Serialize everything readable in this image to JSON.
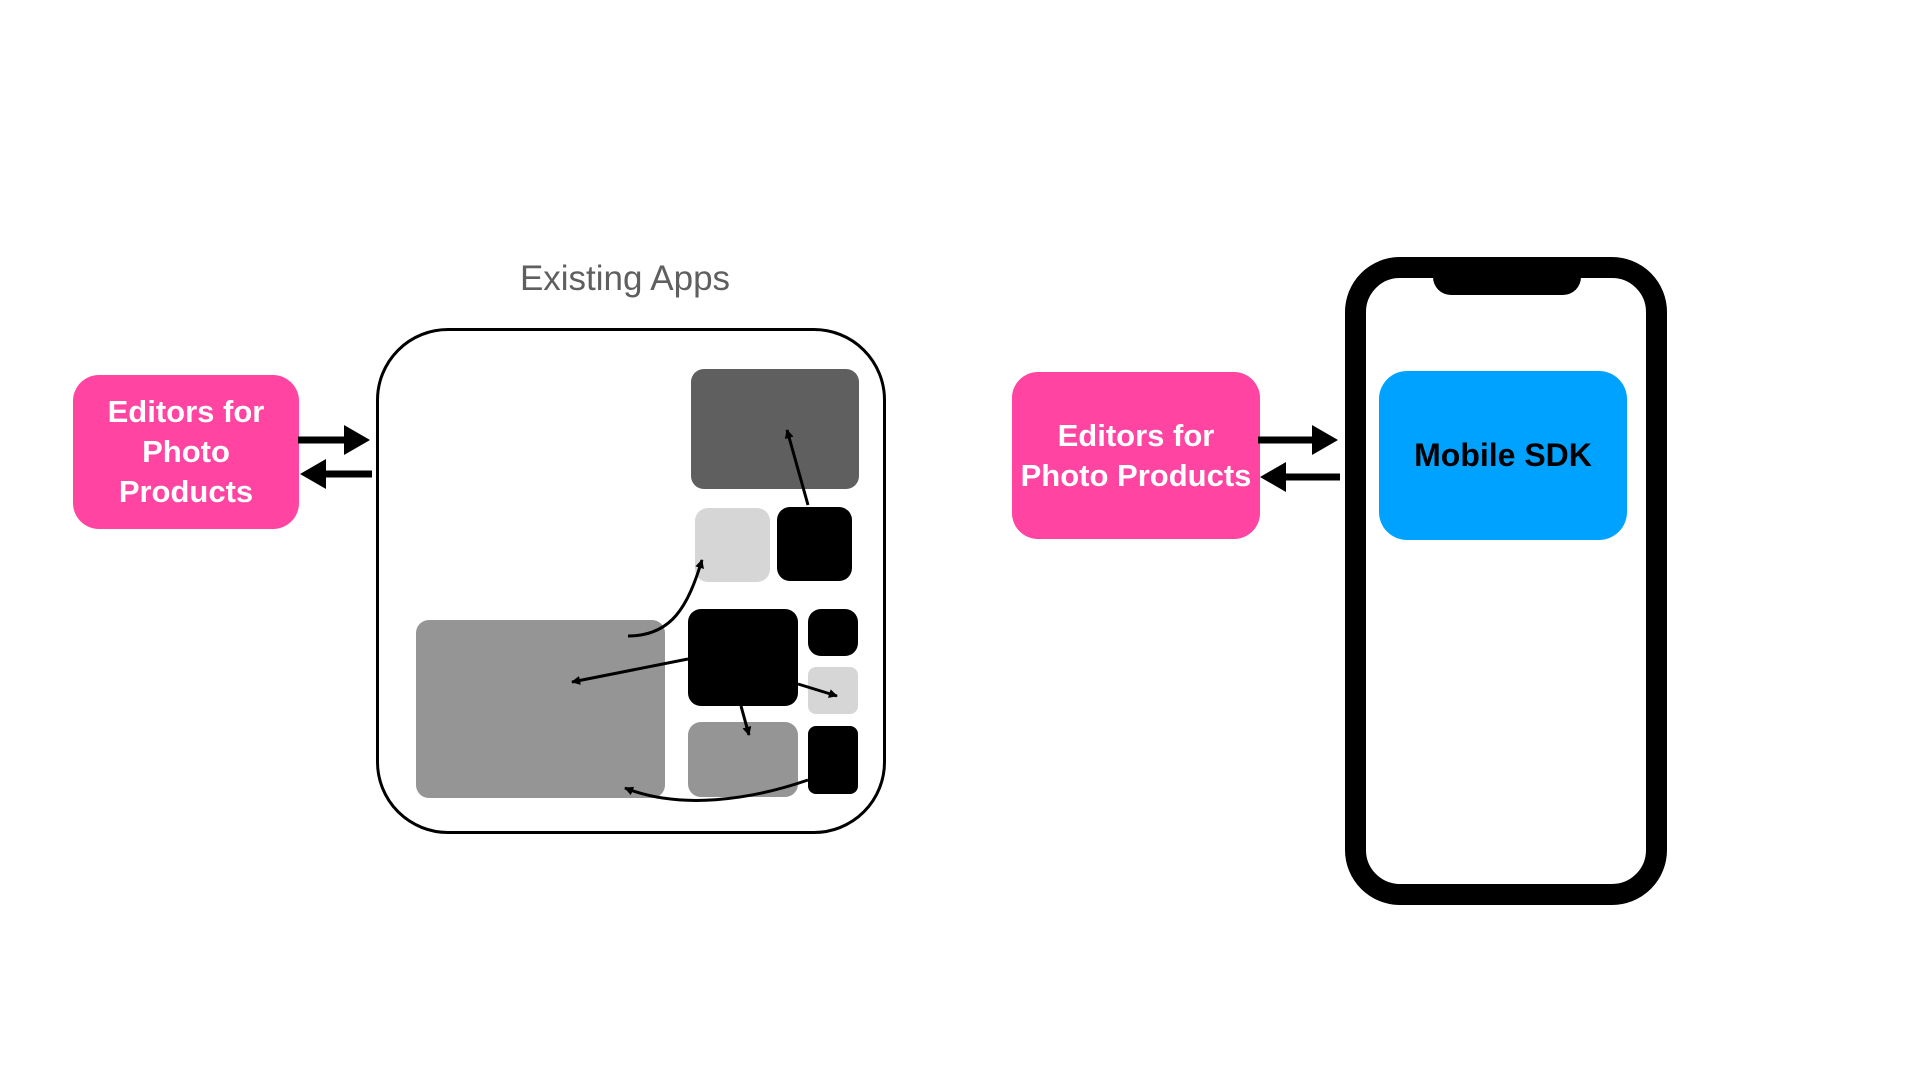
{
  "left_section": {
    "title": "Existing Apps",
    "editors_lines": [
      "Editors for",
      "Photo",
      "Products"
    ]
  },
  "right_section": {
    "editors_lines": [
      "Editors for",
      "Photo Products"
    ],
    "sdk_label": "Mobile SDK"
  },
  "colors": {
    "editors_pink": "#ff44a1",
    "sdk_blue": "#00a2ff",
    "dark_gray": "#5f5f5f",
    "mid_gray": "#959595",
    "light_gray": "#d6d6d6",
    "black": "#000000"
  },
  "icons": {
    "phone": "smartphone-outline-icon",
    "exchange": "bidirectional-arrows-icon"
  }
}
